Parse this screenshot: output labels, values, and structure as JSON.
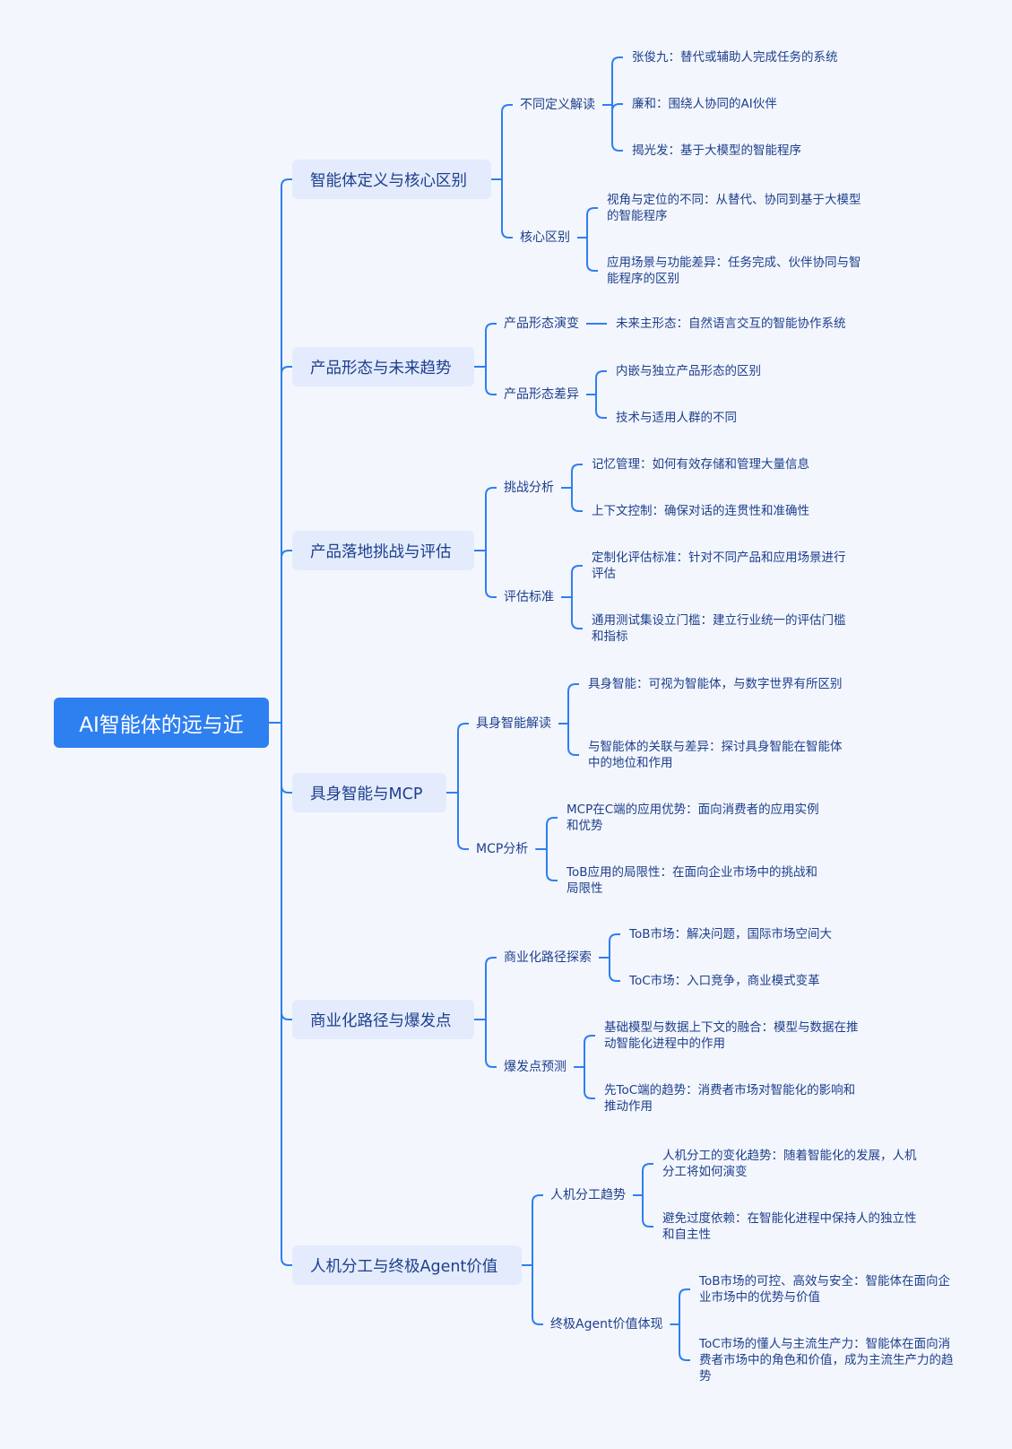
{
  "root": "AI智能体的远与近",
  "branches": [
    {
      "label": "智能体定义与核心区别",
      "subs": [
        {
          "label": "不同定义解读",
          "leaves": [
            "张俊九：替代或辅助人完成任务的系统",
            "廉和：围绕人协同的AI伙伴",
            "揭光发：基于大模型的智能程序"
          ]
        },
        {
          "label": "核心区别",
          "leaves": [
            "视角与定位的不同：从替代、协同到基于大模型的智能程序",
            "应用场景与功能差异：任务完成、伙伴协同与智能程序的区别"
          ]
        }
      ]
    },
    {
      "label": "产品形态与未来趋势",
      "subs": [
        {
          "label": "产品形态演变",
          "leaves": [
            "未来主形态：自然语言交互的智能协作系统"
          ]
        },
        {
          "label": "产品形态差异",
          "leaves": [
            "内嵌与独立产品形态的区别",
            "技术与适用人群的不同"
          ]
        }
      ]
    },
    {
      "label": "产品落地挑战与评估",
      "subs": [
        {
          "label": "挑战分析",
          "leaves": [
            "记忆管理：如何有效存储和管理大量信息",
            "上下文控制：确保对话的连贯性和准确性"
          ]
        },
        {
          "label": "评估标准",
          "leaves": [
            "定制化评估标准：针对不同产品和应用场景进行评估",
            "通用测试集设立门槛：建立行业统一的评估门槛和指标"
          ]
        }
      ]
    },
    {
      "label": "具身智能与MCP",
      "subs": [
        {
          "label": "具身智能解读",
          "leaves": [
            "具身智能：可视为智能体，与数字世界有所区别",
            "与智能体的关联与差异：探讨具身智能在智能体中的地位和作用"
          ]
        },
        {
          "label": "MCP分析",
          "leaves": [
            "MCP在C端的应用优势：面向消费者的应用实例和优势",
            "ToB应用的局限性：在面向企业市场中的挑战和局限性"
          ]
        }
      ]
    },
    {
      "label": "商业化路径与爆发点",
      "subs": [
        {
          "label": "商业化路径探索",
          "leaves": [
            "ToB市场：解决问题，国际市场空间大",
            "ToC市场：入口竞争，商业模式变革"
          ]
        },
        {
          "label": "爆发点预测",
          "leaves": [
            "基础模型与数据上下文的融合：模型与数据在推动智能化进程中的作用",
            "先ToC端的趋势：消费者市场对智能化的影响和推动作用"
          ]
        }
      ]
    },
    {
      "label": "人机分工与终极Agent价值",
      "subs": [
        {
          "label": "人机分工趋势",
          "leaves": [
            "人机分工的变化趋势：随着智能化的发展，人机分工将如何演变",
            "避免过度依赖：在智能化进程中保持人的独立性和自主性"
          ]
        },
        {
          "label": "终极Agent价值体现",
          "leaves": [
            "ToB市场的可控、高效与安全：智能体在面向企业市场中的优势与价值",
            "ToC市场的懂人与主流生产力：智能体在面向消费者市场中的角色和价值，成为主流生产力的趋势"
          ]
        }
      ]
    }
  ],
  "colors": {
    "line": "#2e7ff0",
    "root_bg": "#2e7ff0",
    "branch_bg": "#e3ebfd",
    "text": "#1d3f8c",
    "bg": "#f3f6fd"
  }
}
